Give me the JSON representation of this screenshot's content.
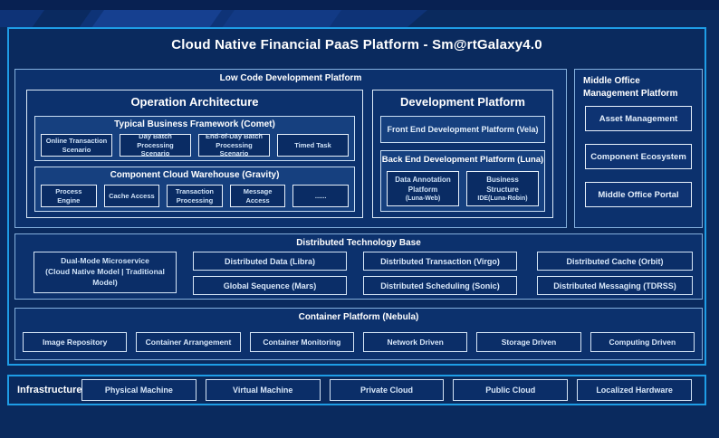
{
  "colors": {
    "background": "#0a2a5e",
    "frame_border": "#1e9de6",
    "panel_fill": "#0c316d",
    "subpanel_fill": "#16407f",
    "item_fill": "#0b2e68",
    "title_text": "#ffffff",
    "item_text": "#cfe2f7"
  },
  "header": {
    "title": "Cloud Native Financial PaaS Platform - Sm@rtGalaxy4.0"
  },
  "low_code": {
    "title": "Low Code Development Platform",
    "operation": {
      "title": "Operation Architecture",
      "comet": {
        "title": "Typical Business Framework (Comet)",
        "items": [
          "Online Transaction Scenario",
          "Day Batch Processing Scenario",
          "End-of-Day Batch Processing Scenario",
          "Timed Task"
        ]
      },
      "gravity": {
        "title": "Component Cloud Warehouse (Gravity)",
        "items": [
          "Process Engine",
          "Cache Access",
          "Transaction Processing",
          "Message Access",
          "......"
        ]
      }
    },
    "development": {
      "title": "Development Platform",
      "front_end": "Front End Development Platform (Vela)",
      "back_end": {
        "title": "Back End Development Platform (Luna)",
        "items": [
          {
            "name": "Data Annotation Platform",
            "sub": "(Luna-Web)"
          },
          {
            "name": "Business Structure",
            "sub": "IDE(Luna-Robin)"
          }
        ]
      }
    }
  },
  "middle_office": {
    "title": "Middle Office Management Platform",
    "items": [
      "Asset Management",
      "Component Ecosystem",
      "Middle Office Portal"
    ]
  },
  "distributed": {
    "title": "Distributed Technology Base",
    "dual_mode": {
      "line1": "Dual-Mode Microservice",
      "line2": "(Cloud Native Model | Traditional Model)"
    },
    "grid": [
      "Distributed Data (Libra)",
      "Distributed Transaction (Virgo)",
      "Distributed Cache (Orbit)",
      "Global Sequence (Mars)",
      "Distributed Scheduling (Sonic)",
      "Distributed Messaging (TDRSS)"
    ]
  },
  "container_platform": {
    "title": "Container Platform (Nebula)",
    "items": [
      "Image Repository",
      "Container Arrangement",
      "Container Monitoring",
      "Network Driven",
      "Storage Driven",
      "Computing Driven"
    ]
  },
  "infrastructure": {
    "title": "Infrastructure",
    "items": [
      "Physical Machine",
      "Virtual Machine",
      "Private Cloud",
      "Public Cloud",
      "Localized Hardware"
    ]
  }
}
